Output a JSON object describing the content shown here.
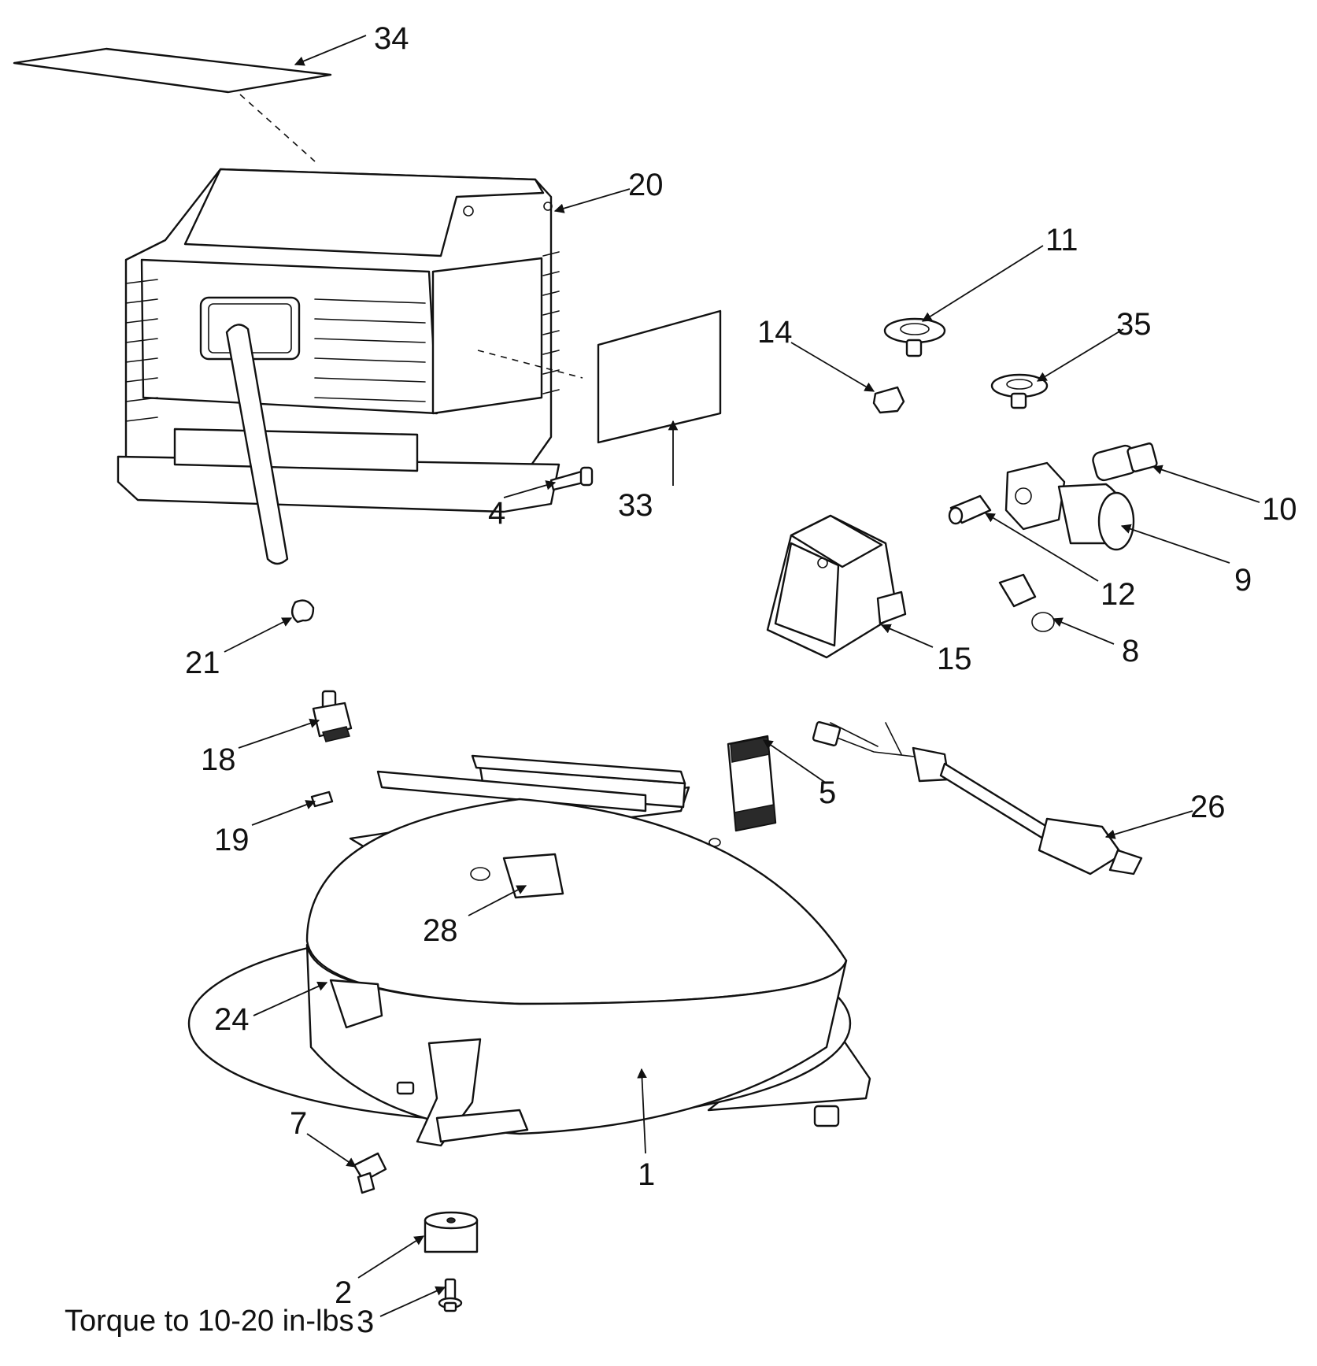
{
  "callouts": {
    "n1": "1",
    "n2": "2",
    "n3": "3",
    "n4": "4",
    "n5": "5",
    "n7": "7",
    "n8": "8",
    "n9": "9",
    "n10": "10",
    "n11": "11",
    "n12": "12",
    "n14": "14",
    "n15": "15",
    "n18": "18",
    "n19": "19",
    "n20": "20",
    "n21": "21",
    "n24": "24",
    "n26": "26",
    "n28": "28",
    "n33": "33",
    "n34": "34",
    "n35": "35"
  },
  "note": "Torque to 10-20 in-lbs"
}
